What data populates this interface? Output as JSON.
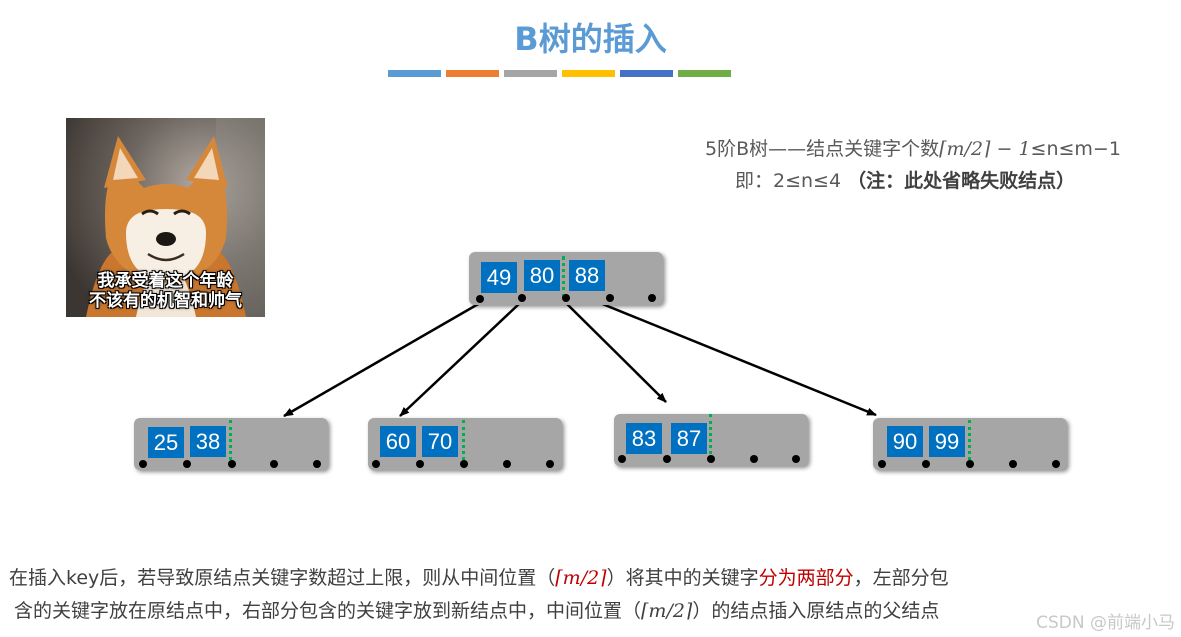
{
  "title": "B树的插入",
  "title_bars": [
    "#5b9bd5",
    "#ed7d31",
    "#a5a5a5",
    "#ffc000",
    "#4472c4",
    "#70ad47"
  ],
  "photo": {
    "caption_line1": "我承受着这个年龄",
    "caption_line2": "不该有的机智和帅气"
  },
  "rule": {
    "line1_prefix": "5阶B树——结点关键字个数",
    "line1_formula": "⌈m/2⌉ − 1",
    "line1_suffix": "≤n≤m−1",
    "line2_prefix": "即：2≤n≤4",
    "line2_note": "（注：此处省略失败结点）"
  },
  "tree": {
    "root": {
      "keys": [
        "49",
        "80",
        "88"
      ]
    },
    "children": [
      {
        "keys": [
          "25",
          "38"
        ]
      },
      {
        "keys": [
          "60",
          "70"
        ]
      },
      {
        "keys": [
          "83",
          "87"
        ]
      },
      {
        "keys": [
          "90",
          "99"
        ]
      }
    ]
  },
  "explanation": {
    "line1_a": "在插入key后，若导致原结点关键字数超过上限，则从中间位置（",
    "line1_formula": "⌈m/2⌉",
    "line1_b": "）将其中的关键字",
    "line1_highlight": "分为两部分",
    "line1_c": "，左部分包",
    "line2_a": "含的关键字放在原结点中，右部分包含的关键字放到新结点中，中间位置（",
    "line2_formula": "⌈m/2⌉",
    "line2_b": "）的结点插入原结点的父结点"
  },
  "watermark": "CSDN @前端小马",
  "colors": {
    "title": "#5b9bd5",
    "key_fill": "#0070c0",
    "node_fill": "#a6a6a6",
    "separator": "#00b050",
    "highlight": "#c00000"
  }
}
